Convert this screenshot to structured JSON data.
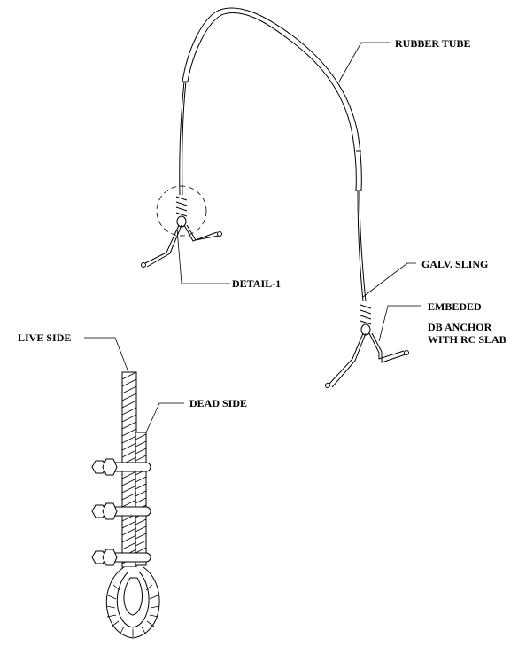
{
  "labels": {
    "rubber_tube": "RUBBER TUBE",
    "galv_sling": "GALV. SLING",
    "embeded": "EMBEDED",
    "db_anchor_line1": "DB ANCHOR",
    "db_anchor_line2": "WITH RC SLAB",
    "detail_1": "DETAIL-1",
    "live_side": "LIVE SIDE",
    "dead_side": "DEAD SIDE"
  }
}
